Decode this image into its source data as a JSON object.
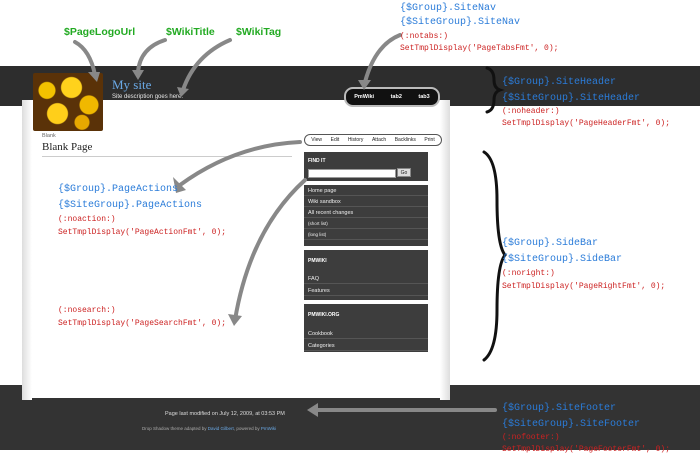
{
  "site": {
    "title": "My site",
    "tagline": "Site description goes here.",
    "tabs": [
      "PmWiki",
      "tab2",
      "tab3"
    ]
  },
  "page": {
    "breadcrumb": "Blank",
    "title": "Blank Page",
    "actions": [
      "View",
      "Edit",
      "History",
      "Attach",
      "Backlinks",
      "Print"
    ]
  },
  "sidebar": {
    "find_label": "FIND IT",
    "go_label": "Go",
    "nav_items": [
      "Home page",
      "Wiki sandbox",
      "All recent changes",
      "(short list)",
      "(long list)"
    ],
    "pmwiki_head": "PMWIKI",
    "pmwiki_items": [
      "FAQ",
      "Features"
    ],
    "pmwikiorg_head": "PMWIKI.ORG",
    "pmwikiorg_items": [
      "Cookbook",
      "Categories"
    ]
  },
  "footer": {
    "modified": "Page last modified on July 12, 2009, at 03:53 PM",
    "credit_prefix": "Drop Shadow theme adapted by ",
    "credit_author": "David Gilbert",
    "credit_mid": ", powered by ",
    "credit_link": "PmWiki"
  },
  "annotations": {
    "logo_url": "$PageLogoUrl",
    "wiki_title": "$WikiTitle",
    "wiki_tag": "$WikiTag",
    "sitenav": [
      "{$Group}.SiteNav",
      "{$SiteGroup}.SiteNav"
    ],
    "sitenav_cond": [
      "(:notabs:)",
      "SetTmplDisplay('PageTabsFmt', 0);"
    ],
    "siteheader": [
      "{$Group}.SiteHeader",
      "{$SiteGroup}.SiteHeader"
    ],
    "siteheader_cond": [
      "(:noheader:)",
      "SetTmplDisplay('PageHeaderFmt', 0);"
    ],
    "pageactions": [
      "{$Group}.PageActions",
      "{$SiteGroup}.PageActions"
    ],
    "pageactions_cond": [
      "(:noaction:)",
      "SetTmplDisplay('PageActionFmt', 0);"
    ],
    "sidebar": [
      "{$Group}.SideBar",
      "{$SiteGroup}.SideBar"
    ],
    "sidebar_cond": [
      "(:noright:)",
      "SetTmplDisplay('PageRightFmt', 0);"
    ],
    "search_cond": [
      "(:nosearch:)",
      "SetTmplDisplay('PageSearchFmt', 0);"
    ],
    "sitefooter": [
      "{$Group}.SiteFooter",
      "{$SiteGroup}.SiteFooter"
    ],
    "sitefooter_cond": [
      "(:nofooter:)",
      "SetTmplDisplay('PageFooterFmt', 0);"
    ]
  },
  "colors": {
    "annotation_green": "#22aa22",
    "annotation_blue": "#2b7cd9",
    "annotation_red": "#cc2222",
    "header_band": "#2d2d2d",
    "sidebar_bg": "#3d3d3d"
  }
}
